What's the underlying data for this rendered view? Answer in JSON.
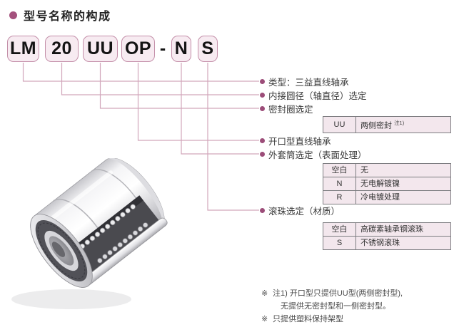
{
  "title": "型号名称的构成",
  "model_code": {
    "segments": [
      "LM",
      "20",
      "UU",
      "OP",
      "N",
      "S"
    ],
    "separator": "-"
  },
  "callouts": [
    "类型：三益直线轴承",
    "内接圆径（轴直径）选定",
    "密封圈选定",
    "开口型直线轴承",
    "外套筒选定（表面处理）",
    "滚珠选定（材质）"
  ],
  "seal_table": {
    "code": "UU",
    "desc": "两侧密封",
    "note_ref": "注1)"
  },
  "surface_table": {
    "rows": [
      {
        "code": "空白",
        "desc": "无"
      },
      {
        "code": "N",
        "desc": "无电解镀镍"
      },
      {
        "code": "R",
        "desc": "冷电镀处理"
      }
    ]
  },
  "ball_table": {
    "rows": [
      {
        "code": "空白",
        "desc": "高碳素轴承钢滚珠"
      },
      {
        "code": "S",
        "desc": "不锈钢滚珠"
      }
    ]
  },
  "footnotes": [
    {
      "marker": "※",
      "text": "注1) 开口型只提供UU型(两侧密封型),"
    },
    {
      "marker": "",
      "text": "无提供无密封型和一侧密封型。"
    },
    {
      "marker": "※",
      "text": "只提供塑料保持架型"
    }
  ],
  "illustration": {
    "name": "open-type-linear-bearing-photo"
  },
  "colors": {
    "accent_dark": "#9c4d79",
    "accent_bullet": "#a4517d",
    "connector_line": "#d2a6bb",
    "segment_fill": "#f7ebf1",
    "segment_border": "#c48fa9",
    "table_fill": "#f3e7ed",
    "table_border": "#7c7c80",
    "text": "#333333"
  }
}
